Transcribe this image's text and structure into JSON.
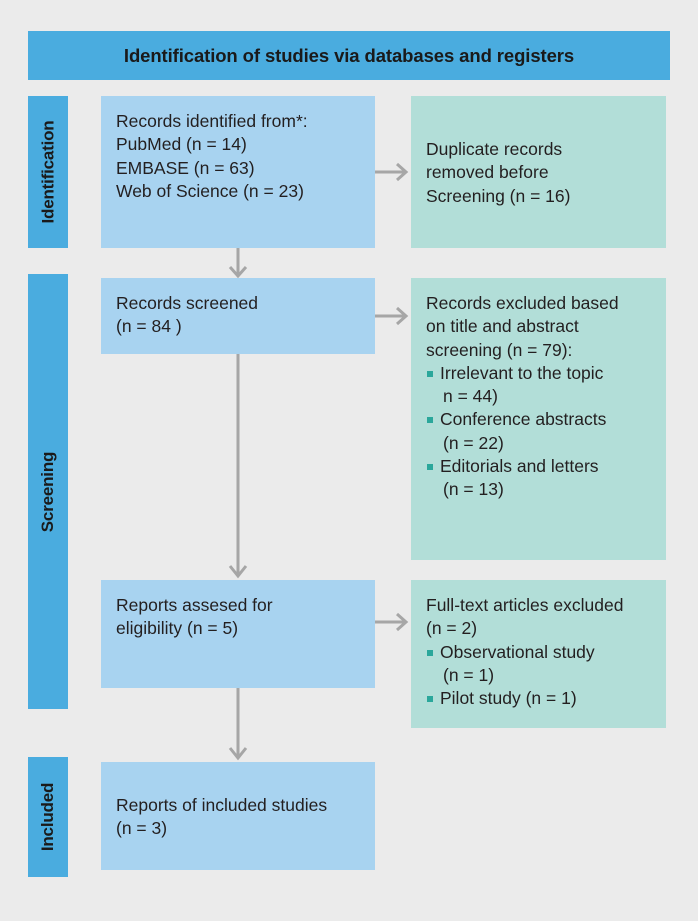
{
  "header": {
    "title": "Identification of studies via databases and registers"
  },
  "stages": {
    "identification": "Identification",
    "screening": "Screening",
    "included": "Included"
  },
  "colors": {
    "banner": "#4aacdf",
    "stage_bar": "#4aacdf",
    "box_blue": "#a8d3f0",
    "box_green": "#b2ded8",
    "bullet": "#2aa79b",
    "arrow": "#a6a6a6",
    "background": "#ebebeb",
    "text": "#231f20"
  },
  "boxes": {
    "records_identified": {
      "name": "Records identified from",
      "lines": [
        "Records identified from*:",
        "PubMed (n = 14)",
        "EMBASE (n = 63)",
        "Web of Science (n = 23)"
      ]
    },
    "duplicates_removed": {
      "name": "Duplicate records removed",
      "lines": [
        "Duplicate records",
        "removed before",
        "Screening (n = 16)"
      ]
    },
    "records_screened": {
      "name": "Records screened",
      "lines": [
        "Records screened",
        "(n = 84 )"
      ]
    },
    "records_excluded": {
      "name": "Records excluded",
      "lines": [
        "Records excluded based",
        "on title and abstract",
        "screening (n = 79):"
      ],
      "bullets": [
        {
          "main": "Irrelevant to the topic",
          "sub": "n = 44)"
        },
        {
          "main": "Conference abstracts",
          "sub": "(n = 22)"
        },
        {
          "main": "Editorials and letters",
          "sub": "(n = 13)"
        }
      ]
    },
    "reports_assessed": {
      "name": "Reports assesed for eligibility",
      "lines": [
        "Reports assesed for",
        "eligibility (n = 5)"
      ]
    },
    "fulltext_excluded": {
      "name": "Full-text articles excluded",
      "lines": [
        "Full-text articles excluded",
        "(n = 2)"
      ],
      "bullets": [
        {
          "main": "Observational study",
          "sub": "(n = 1)"
        },
        {
          "main": "Pilot study (n = 1)",
          "sub": ""
        }
      ]
    },
    "reports_included": {
      "name": "Reports of included studies",
      "lines": [
        "Reports of included studies",
        "(n = 3)"
      ]
    }
  }
}
